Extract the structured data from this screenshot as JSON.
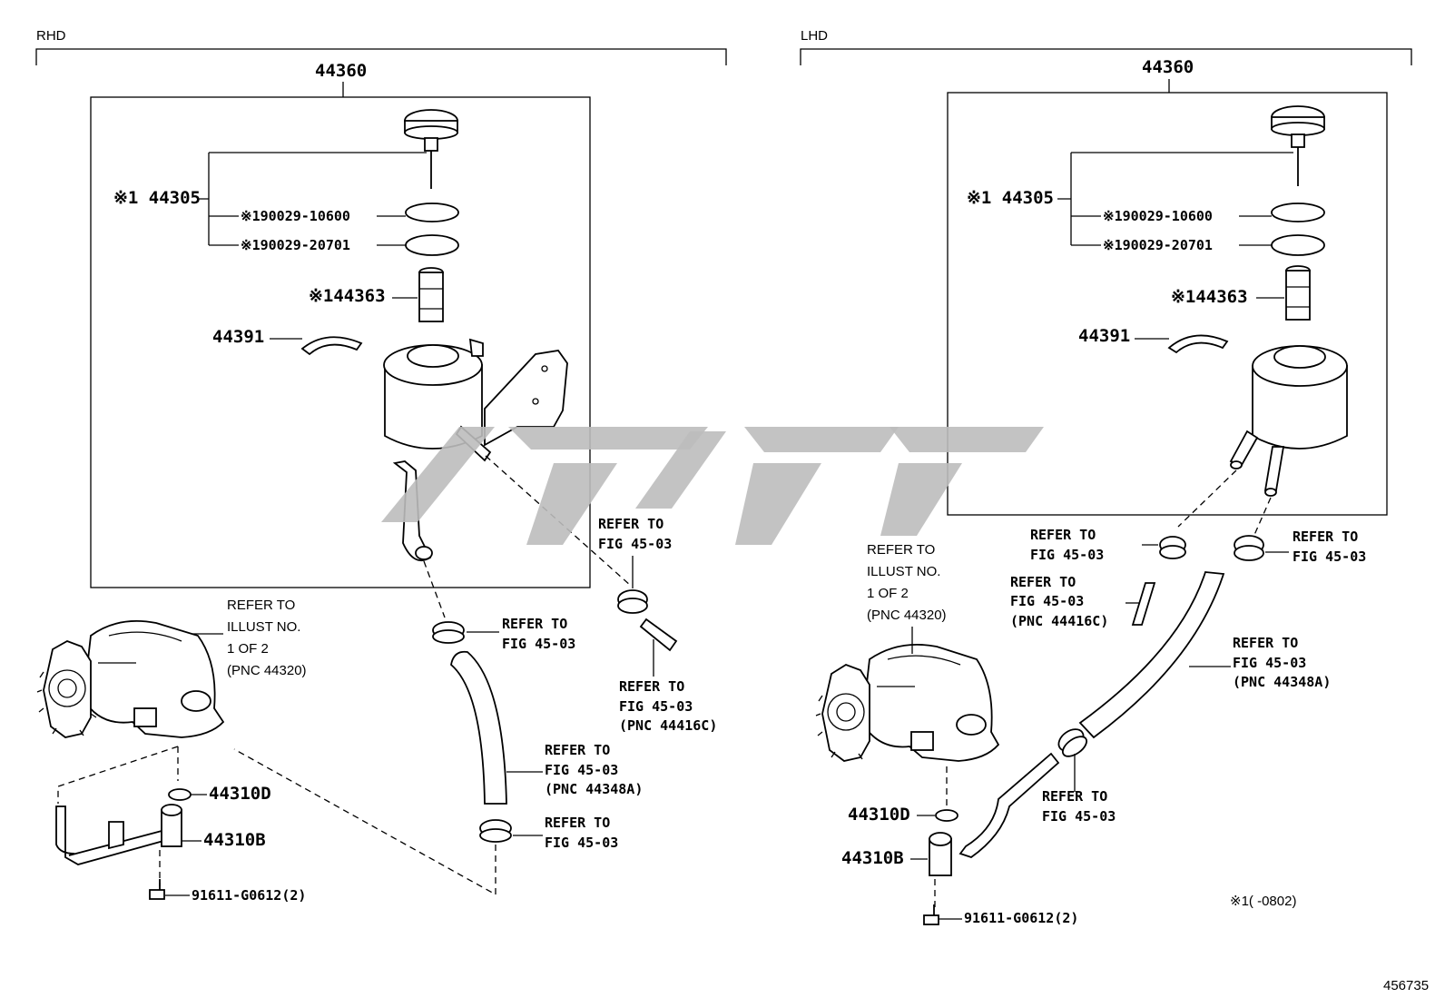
{
  "sections": [
    {
      "id": "rhd",
      "title": "RHD",
      "assembly_pnc": "44360",
      "parts": {
        "cap_set": "※1 44305",
        "oring_1": "※190029-10600",
        "oring_2": "※190029-20701",
        "filter": "※144363",
        "bracket": "44391",
        "oring_pump": "44310D",
        "union": "44310B",
        "bolt": "91611-G0612(2)"
      },
      "refs": {
        "pump": [
          "REFER TO",
          "ILLUST NO.",
          "1 OF 2",
          "(PNC 44320)"
        ],
        "clip_upper": [
          "REFER TO",
          "FIG 45-03"
        ],
        "clip_left": [
          "REFER TO",
          "FIG 45-03"
        ],
        "hose_return": [
          "REFER TO",
          "FIG 45-03",
          "(PNC 44416C)"
        ],
        "hose_suction": [
          "REFER TO",
          "FIG 45-03",
          "(PNC 44348A)"
        ],
        "clip_lower": [
          "REFER TO",
          "FIG 45-03"
        ]
      }
    },
    {
      "id": "lhd",
      "title": "LHD",
      "assembly_pnc": "44360",
      "parts": {
        "cap_set": "※1 44305",
        "oring_1": "※190029-10600",
        "oring_2": "※190029-20701",
        "filter": "※144363",
        "bracket": "44391",
        "oring_pump": "44310D",
        "union": "44310B",
        "bolt": "91611-G0612(2)"
      },
      "refs": {
        "pump": [
          "REFER TO",
          "ILLUST NO.",
          "1 OF 2",
          "(PNC 44320)"
        ],
        "clip_left": [
          "REFER TO",
          "FIG 45-03"
        ],
        "clip_right": [
          "REFER TO",
          "FIG 45-03"
        ],
        "hose_return": [
          "REFER TO",
          "FIG 45-03",
          "(PNC 44416C)"
        ],
        "hose_suction": [
          "REFER TO",
          "FIG 45-03",
          "(PNC 44348A)"
        ],
        "clip_lower": [
          "REFER TO",
          "FIG 45-03"
        ]
      }
    }
  ],
  "footnote": "※1(      -0802)",
  "illustration_number": "456735",
  "watermark_color": "#bdbdbd"
}
